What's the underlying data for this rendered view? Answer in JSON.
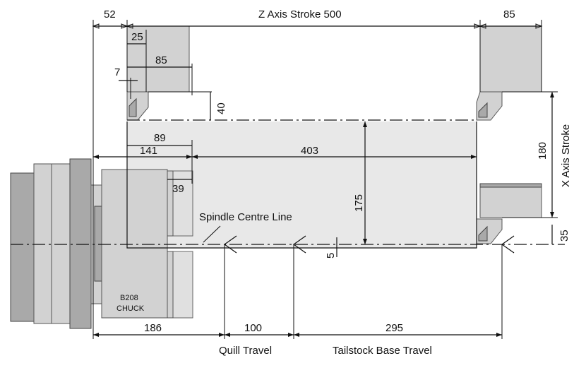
{
  "dimensions": {
    "d52": "52",
    "z_axis_stroke": "Z Axis Stroke 500",
    "d85_top": "85",
    "d25": "25",
    "d85_tool": "85",
    "d7": "7",
    "d40": "40",
    "d89": "89",
    "d141": "141",
    "d403": "403",
    "d39": "39",
    "d175": "175",
    "d180": "180",
    "d35": "35",
    "d5": "5",
    "d186": "186",
    "d100": "100",
    "d295": "295"
  },
  "labels": {
    "x_axis_stroke": "X Axis Stroke",
    "spindle_centre_line": "Spindle Centre Line",
    "chuck_line1": "B208",
    "chuck_line2": "CHUCK",
    "quill_travel": "Quill Travel",
    "tailstock_base_travel": "Tailstock Base Travel"
  },
  "colors": {
    "line": "#111111",
    "part_fill": "#d2d2d2",
    "part_dark": "#a9a9a9",
    "work_zone": "#e8e8e8"
  }
}
